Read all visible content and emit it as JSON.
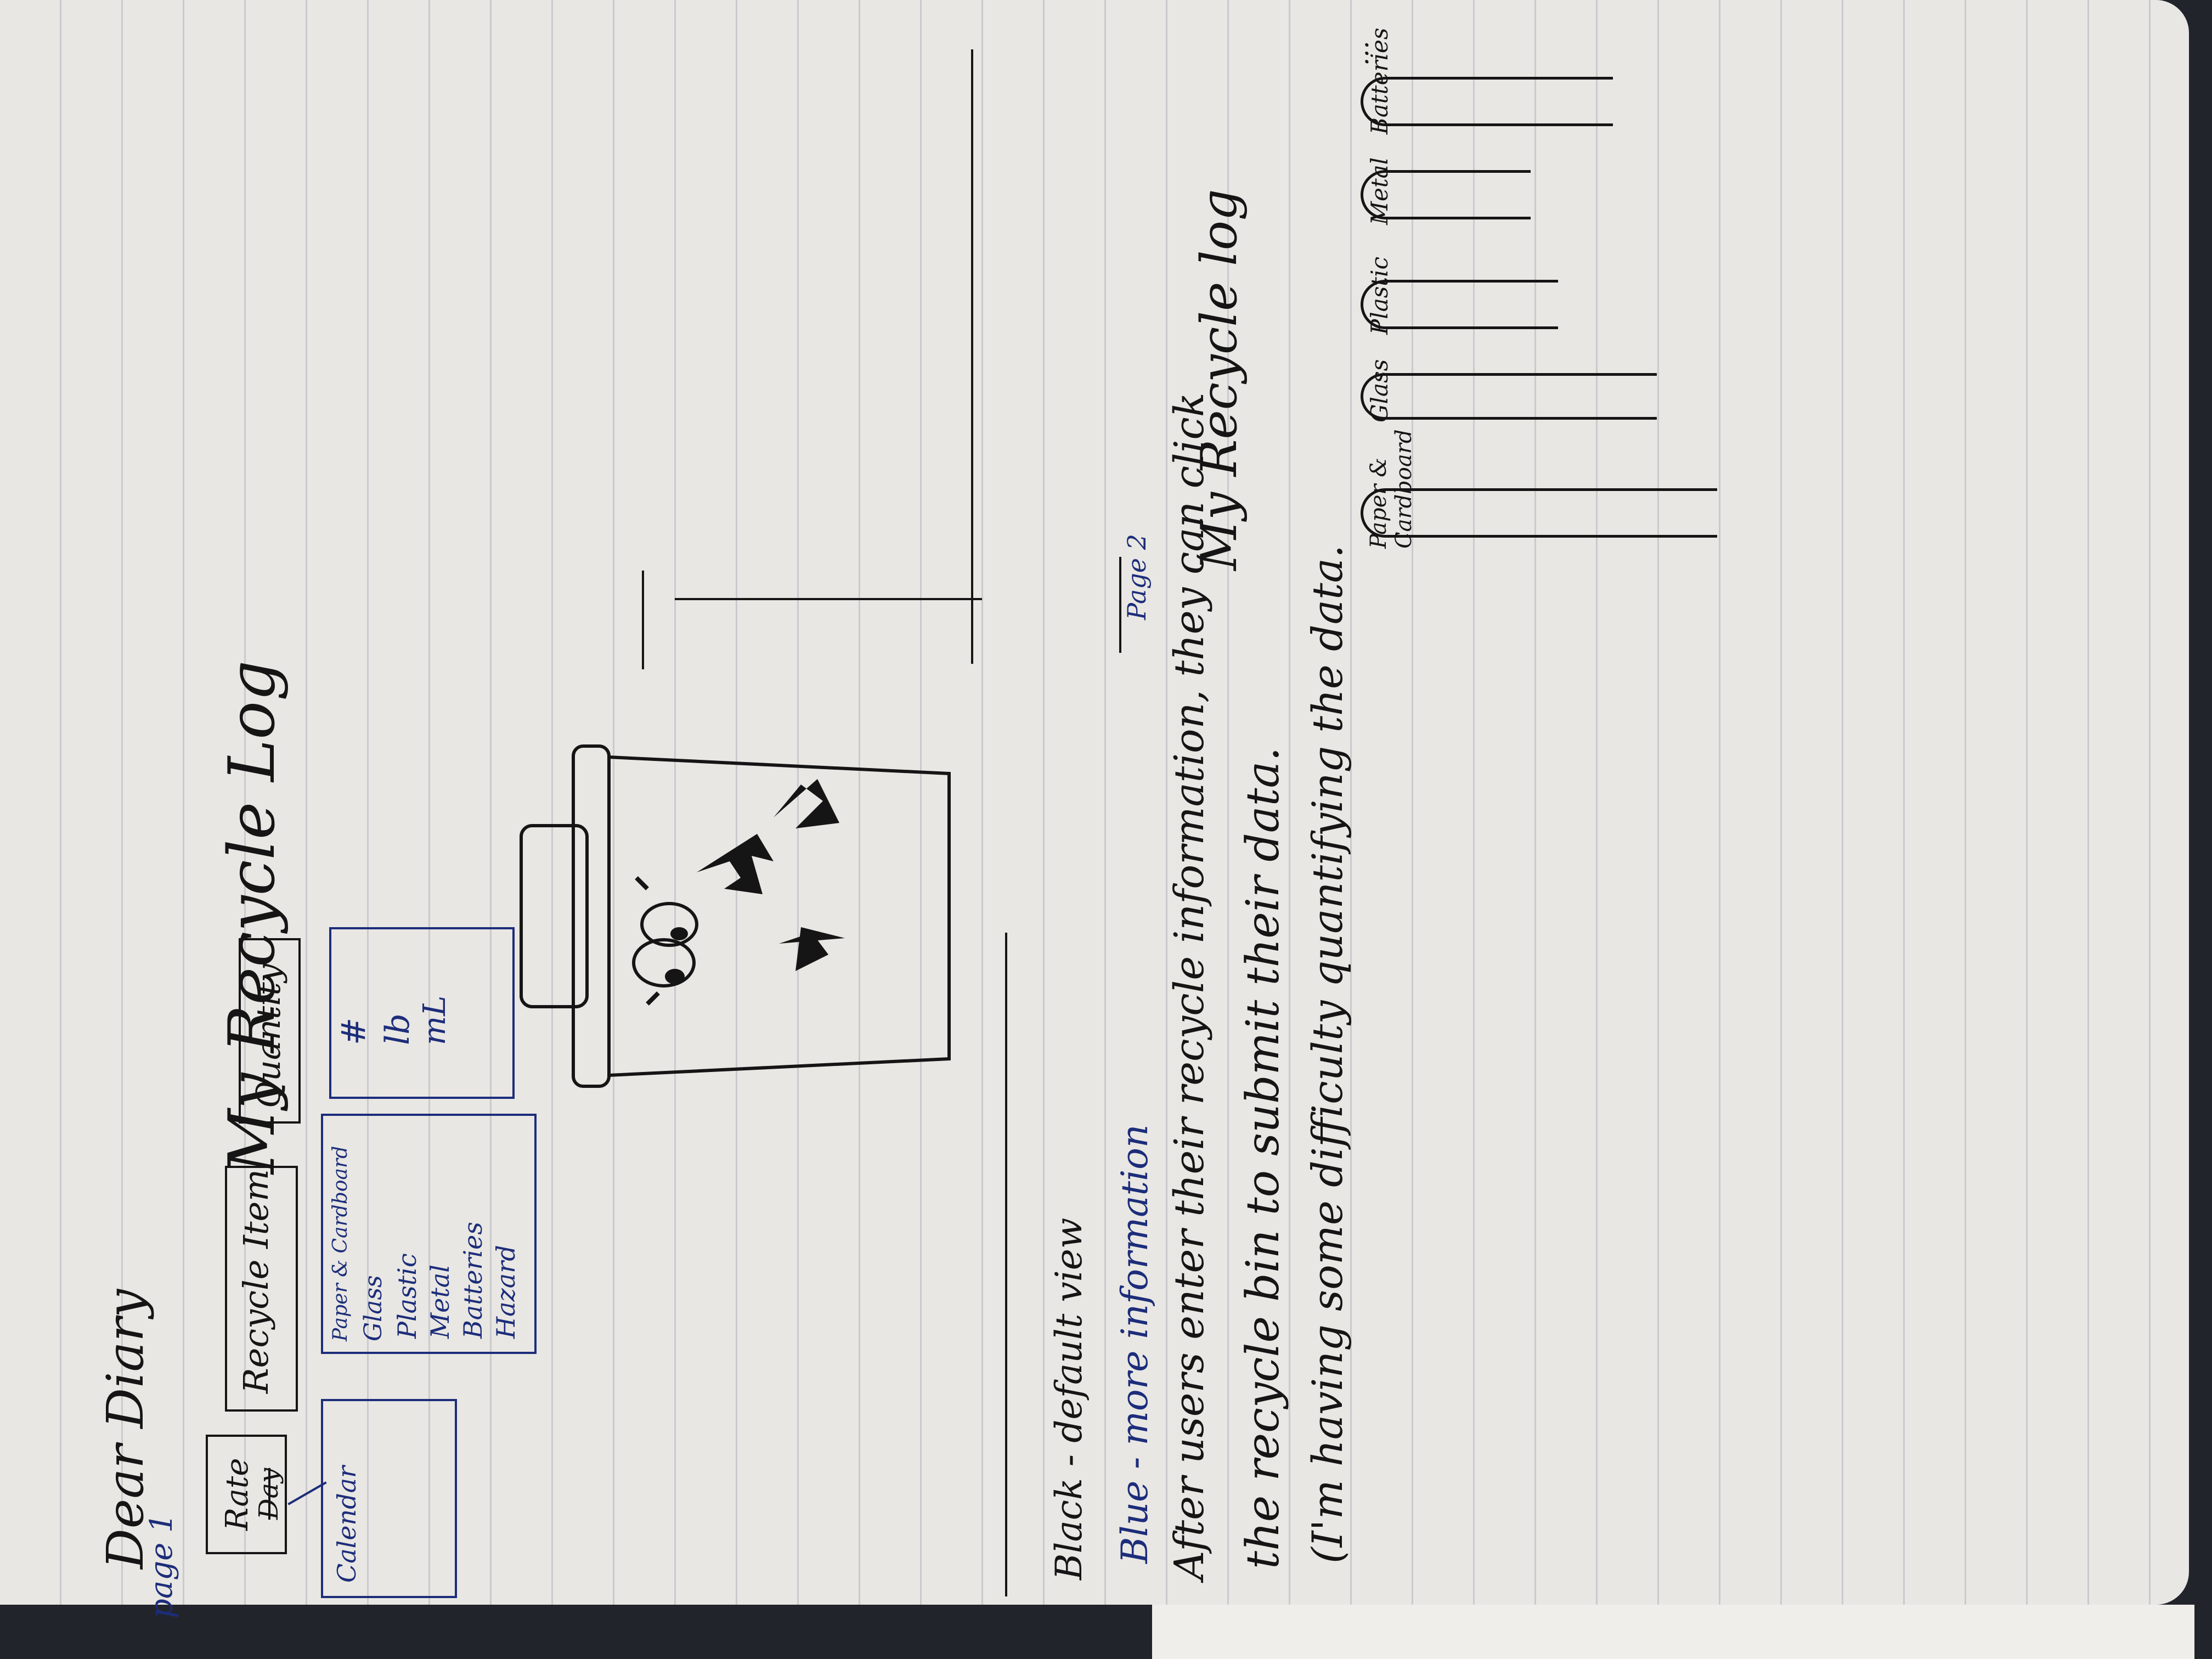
{
  "page1": {
    "label": "page 1",
    "title": "Dear Diary",
    "app_title": "My Recycle Log",
    "rate_button": "Rate",
    "rate_button_strikeout": "Day",
    "recycle_item_button": "Recycle Item",
    "quantity_button": "Quantity",
    "calendar_label": "Calendar",
    "categories": [
      "Paper & Cardboard",
      "Glass",
      "Plastic",
      "Metal",
      "Batteries",
      "Hazard"
    ],
    "units": [
      "#",
      "lb",
      "mL"
    ],
    "icon": "recycle-bin-face-icon"
  },
  "page2": {
    "label": "Page 2",
    "title": "My Recycle log",
    "chart_categories": [
      "Paper & Cardboard",
      "Glass",
      "Plastic",
      "Metal",
      "Batteries"
    ],
    "overflow": "..."
  },
  "notes": {
    "legend_black": "Black - default view",
    "legend_blue": "Blue - more information",
    "line1": "After users enter their recycle information, they can click",
    "line2": "the recycle bin to submit their data.",
    "line3": "(I'm having some difficulty quantifying the data."
  },
  "colors": {
    "ink": "#151515",
    "blue_ink": "#1c2d7a",
    "paper": "#e9e7e3"
  }
}
